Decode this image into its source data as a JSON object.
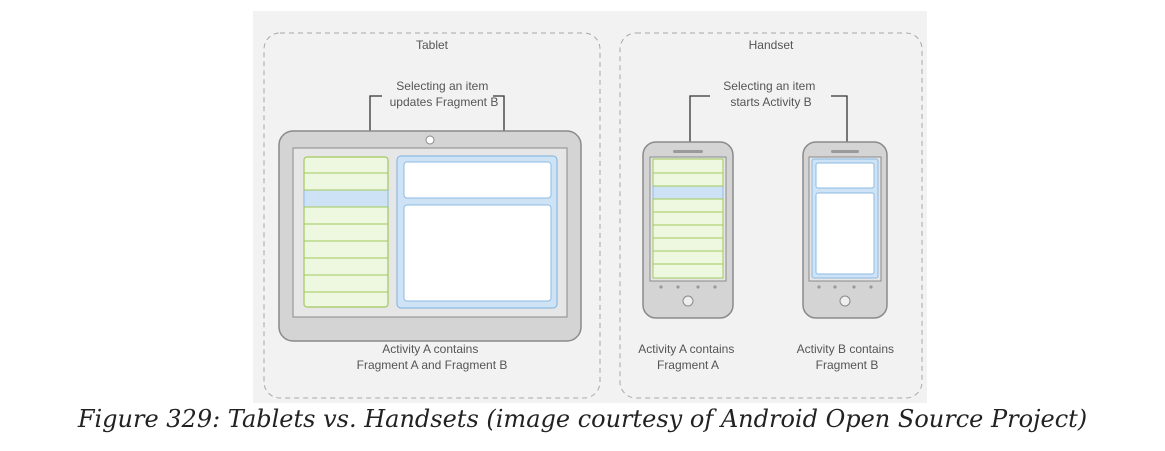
{
  "diagram": {
    "tablet_section": {
      "title": "Tablet",
      "annotation": [
        "Selecting an item",
        "updates Fragment B"
      ],
      "caption": [
        "Activity A contains",
        "Fragment A and Fragment B"
      ]
    },
    "handset_section": {
      "title": "Handset",
      "annotation": [
        "Selecting an item",
        "starts Activity B"
      ],
      "caption_left": [
        "Activity A contains",
        "Fragment A"
      ],
      "caption_right": [
        "Activity B contains",
        "Fragment B"
      ]
    },
    "colors": {
      "fragment_a_fill": "#eef7e0",
      "fragment_a_border": "#a3c85c",
      "fragment_b_fill": "#cfe3f6",
      "fragment_b_border": "#8dbbe3",
      "selected_item": "#cde2f5",
      "device_body": "#d4d4d4",
      "device_outline": "#8a8a8a"
    }
  },
  "figure_caption": "Figure 329: Tablets vs. Handsets (image courtesy of Android Open Source Project)"
}
